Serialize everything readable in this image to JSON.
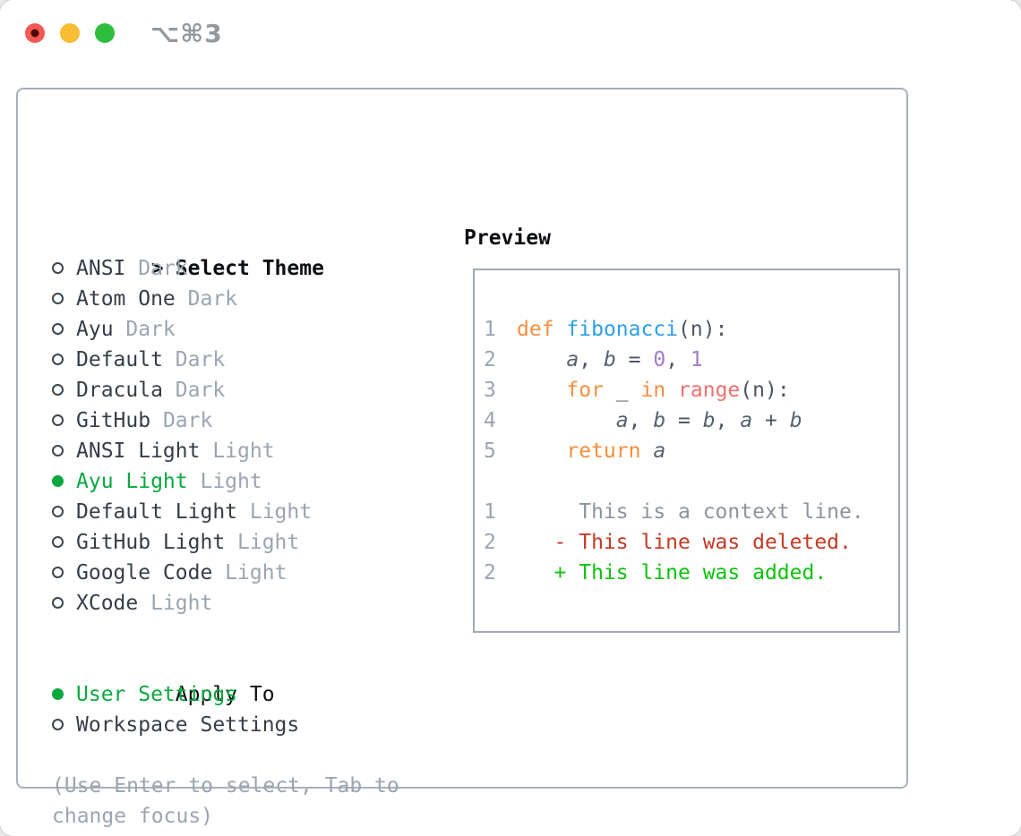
{
  "window": {
    "title": "⌥⌘3",
    "traffic_lights": [
      "close",
      "minimize",
      "zoom"
    ]
  },
  "theme_panel": {
    "title_prefix": ">",
    "title": "Select Theme",
    "items": [
      {
        "name": "ANSI",
        "variant": "Dark",
        "selected": false
      },
      {
        "name": "Atom One",
        "variant": "Dark",
        "selected": false
      },
      {
        "name": "Ayu",
        "variant": "Dark",
        "selected": false
      },
      {
        "name": "Default",
        "variant": "Dark",
        "selected": false
      },
      {
        "name": "Dracula",
        "variant": "Dark",
        "selected": false
      },
      {
        "name": "GitHub",
        "variant": "Dark",
        "selected": false
      },
      {
        "name": "ANSI Light",
        "variant": "Light",
        "selected": false
      },
      {
        "name": "Ayu Light",
        "variant": "Light",
        "selected": true
      },
      {
        "name": "Default Light",
        "variant": "Light",
        "selected": false
      },
      {
        "name": "GitHub Light",
        "variant": "Light",
        "selected": false
      },
      {
        "name": "Google Code",
        "variant": "Light",
        "selected": false
      },
      {
        "name": "XCode",
        "variant": "Light",
        "selected": false
      }
    ]
  },
  "apply_to": {
    "title": "Apply To",
    "options": [
      {
        "label": "User Settings",
        "selected": true
      },
      {
        "label": "Workspace Settings",
        "selected": false
      }
    ]
  },
  "hint_lines": [
    "(Use Enter to select, Tab to",
    "change focus)"
  ],
  "preview": {
    "title": "Preview",
    "code_lines": [
      {
        "num": "1",
        "tokens": [
          {
            "text": "def",
            "cls": "kw"
          },
          {
            "text": " ",
            "cls": "pl"
          },
          {
            "text": "fibonacci",
            "cls": "fn"
          },
          {
            "text": "(n):",
            "cls": "pl"
          }
        ]
      },
      {
        "num": "2",
        "tokens": [
          {
            "text": "    ",
            "cls": "pl"
          },
          {
            "text": "a",
            "cls": "var"
          },
          {
            "text": ", ",
            "cls": "pl"
          },
          {
            "text": "b",
            "cls": "var"
          },
          {
            "text": " = ",
            "cls": "pl"
          },
          {
            "text": "0",
            "cls": "num"
          },
          {
            "text": ", ",
            "cls": "pl"
          },
          {
            "text": "1",
            "cls": "num"
          }
        ]
      },
      {
        "num": "3",
        "tokens": [
          {
            "text": "    ",
            "cls": "pl"
          },
          {
            "text": "for",
            "cls": "kw"
          },
          {
            "text": " _ ",
            "cls": "pl"
          },
          {
            "text": "in",
            "cls": "kw"
          },
          {
            "text": " ",
            "cls": "pl"
          },
          {
            "text": "range",
            "cls": "rng"
          },
          {
            "text": "(n):",
            "cls": "pl"
          }
        ]
      },
      {
        "num": "4",
        "tokens": [
          {
            "text": "        ",
            "cls": "pl"
          },
          {
            "text": "a",
            "cls": "var"
          },
          {
            "text": ", ",
            "cls": "pl"
          },
          {
            "text": "b",
            "cls": "var"
          },
          {
            "text": " = ",
            "cls": "pl"
          },
          {
            "text": "b",
            "cls": "var"
          },
          {
            "text": ", ",
            "cls": "pl"
          },
          {
            "text": "a",
            "cls": "var"
          },
          {
            "text": " + ",
            "cls": "pl"
          },
          {
            "text": "b",
            "cls": "var"
          }
        ]
      },
      {
        "num": "5",
        "tokens": [
          {
            "text": "    ",
            "cls": "pl"
          },
          {
            "text": "return",
            "cls": "kw"
          },
          {
            "text": " ",
            "cls": "pl"
          },
          {
            "text": "a",
            "cls": "var"
          }
        ]
      }
    ],
    "diff_lines": [
      {
        "num": "1",
        "text": "     This is a context line.",
        "cls": "ctx"
      },
      {
        "num": "2",
        "text": "   - This line was deleted.",
        "cls": "del"
      },
      {
        "num": "2",
        "text": "   + This line was added.",
        "cls": "add"
      }
    ]
  },
  "colors": {
    "accent_green": "#0aa83f",
    "muted_gray": "#9aa5b2",
    "border_gray": "#a8b0bb",
    "keyword_orange": "#f98d3d",
    "function_blue": "#2d9fe6",
    "number_purple": "#a37acc",
    "builtin_coral": "#f0716e",
    "diff_red": "#c43a24",
    "diff_green": "#0ec20e",
    "traffic_red": "#f45953",
    "traffic_yellow": "#f9bd33",
    "traffic_green": "#2ebd3d"
  }
}
